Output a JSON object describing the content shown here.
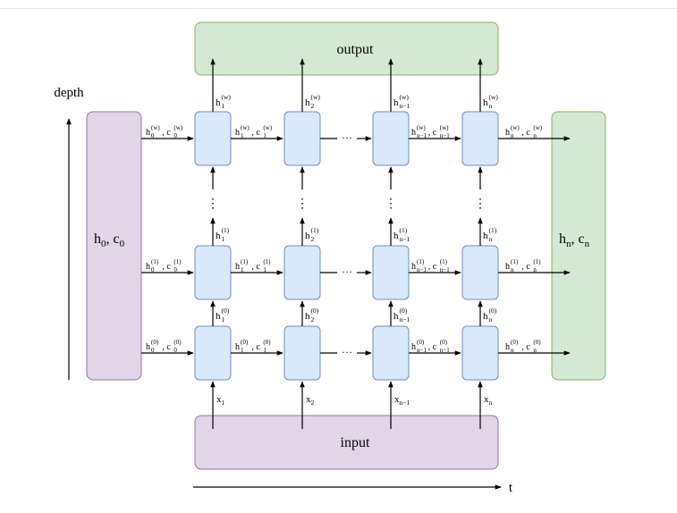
{
  "diagram": {
    "output_label": "output",
    "input_label": "input",
    "depth_label": "depth",
    "time_label": "t",
    "init_state": {
      "main": "h",
      "sub0": "0",
      "sep": ", c",
      "sub1": "0"
    },
    "final_state": {
      "main": "h",
      "sub0": "n",
      "sep": ", c",
      "sub1": "n"
    },
    "ellipsis_h": "···",
    "ellipsis_v": "⋮",
    "layers": [
      {
        "key": "0",
        "sup": "(0)"
      },
      {
        "key": "1",
        "sup": "(1)"
      },
      {
        "key": "w",
        "sup": "(w)"
      }
    ],
    "steps": [
      {
        "key": "1",
        "sub": "1"
      },
      {
        "key": "2",
        "sub": "2"
      },
      {
        "key": "n-1",
        "sub": "n−1"
      },
      {
        "key": "n",
        "sub": "n"
      }
    ],
    "state_sources": [
      {
        "key": "0",
        "sub": "0"
      },
      {
        "key": "1",
        "sub": "1"
      },
      {
        "key": "n-1",
        "sub": "n−1"
      },
      {
        "key": "n",
        "sub": "n"
      }
    ],
    "colors": {
      "cell_fill": "#dae8fc",
      "cell_stroke": "#6c8ebf",
      "green_fill": "#d5e8d4",
      "green_stroke": "#82b366",
      "purple_fill": "#e1d5e7",
      "purple_stroke": "#9673a6",
      "line": "#000000"
    }
  }
}
